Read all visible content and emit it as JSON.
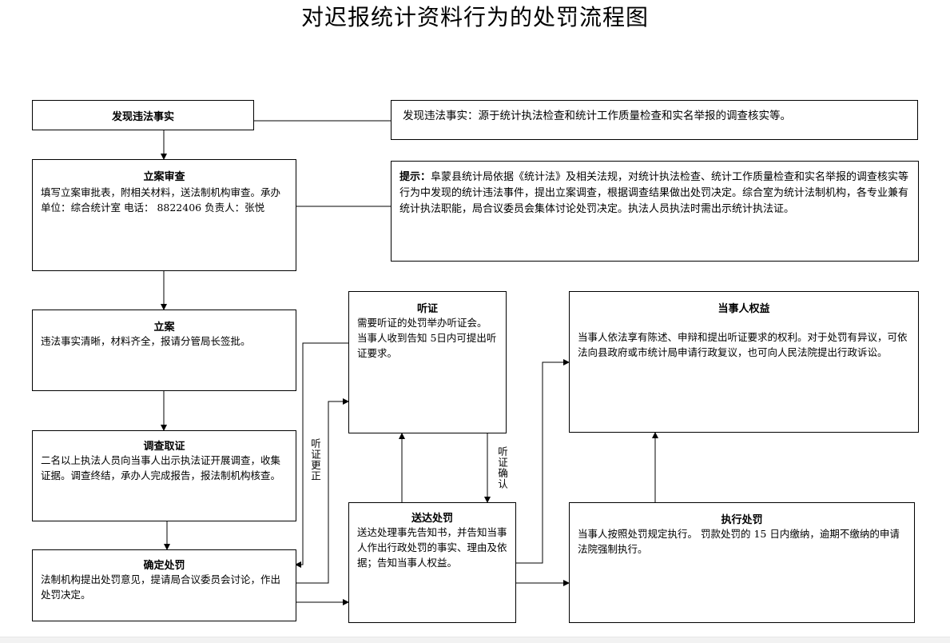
{
  "title": "对迟报统计资料行为的处罚流程图",
  "boxes": {
    "discover": {
      "title": "发现违法事实"
    },
    "source_note": {
      "text": "发现违法事实：源于统计执法检查和统计工作质量检查和实名举报的调查核实等。"
    },
    "filing_review": {
      "title": "立案审查",
      "text": "填写立案审批表，附相关材料，送法制机构审查。承办单位：综合统计室  电话：  8822406 负责人：张悦"
    },
    "hint": {
      "label": "提示：",
      "text": "阜蒙县统计局依据《统计法》及相关法规，对统计执法检查、统计工作质量检查和实名举报的调查核实等行为中发现的统计违法事件，提出立案调查，根据调查结果做出处罚决定。综合室为统计法制机构，各专业兼有统计执法职能，局合议委员会集体讨论处罚决定。执法人员执法时需出示统计执法证。"
    },
    "filing": {
      "title": "立案",
      "text": "违法事实清晰，材料齐全，报请分管局长签批。"
    },
    "investigation": {
      "title": "调查取证",
      "text": "二名以上执法人员向当事人出示执法证开展调查，收集证据。调查终结，承办人完成报告，报法制机构核查。"
    },
    "decision": {
      "title": "确定处罚",
      "text": "法制机构提出处罚意见，提请局合议委员会讨论，作出处罚决定。"
    },
    "hearing": {
      "title": "听证",
      "text1": "需要听证的处罚举办听证会。",
      "text2": "当事人收到告知 5日内可提出听证要求。"
    },
    "delivery": {
      "title": "送达处罚",
      "text": "送达处理事先告知书，并告知当事人作出行政处罚的事实、理由及依据；告知当事人权益。"
    },
    "rights": {
      "title": "当事人权益",
      "text": "当事人依法享有陈述、申辩和提出听证要求的权利。对于处罚有异议，可依法向县政府或市统计局申请行政复议，也可向人民法院提出行政诉讼。"
    },
    "execution": {
      "title": "执行处罚",
      "text": "当事人按照处罚规定执行。 罚款处罚的 15 日内缴纳，逾期不缴纳的申请法院强制执行。"
    }
  },
  "edge_labels": {
    "hearing_correct": "听证更正",
    "hearing_confirm": "听证确认"
  }
}
